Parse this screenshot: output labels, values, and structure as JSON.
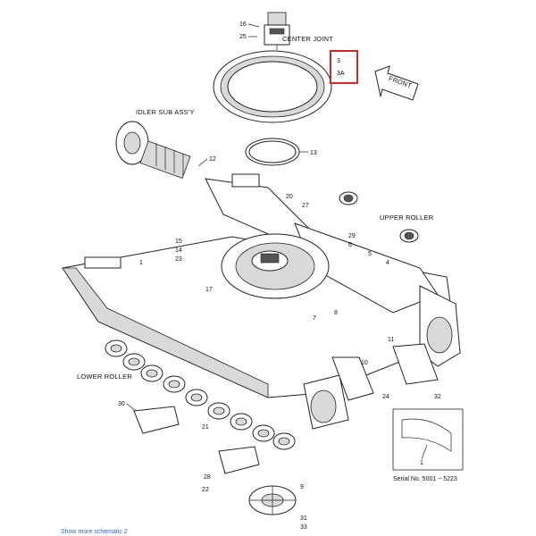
{
  "callouts": {
    "center_joint": "CENTER JOINT",
    "idler_sub_assy": "IDLER SUB ASS'Y",
    "upper_roller": "UPPER ROLLER",
    "lower_roller": "LOWER ROLLER",
    "front": "FRONT",
    "serial": "Serial No. 5001 ~ 5223"
  },
  "highlight_box": {
    "line1": "3",
    "line2": "3A",
    "color": "#d62728"
  },
  "part_numbers": [
    "16",
    "25",
    "13",
    "12",
    "20",
    "27",
    "28",
    "29",
    "15",
    "14",
    "23",
    "1",
    "17",
    "11",
    "10",
    "8",
    "7",
    "30",
    "21",
    "22",
    "9",
    "31",
    "33",
    "24",
    "32",
    "6",
    "5",
    "4"
  ],
  "footer": {
    "show_more": "Show more schematic 2"
  }
}
